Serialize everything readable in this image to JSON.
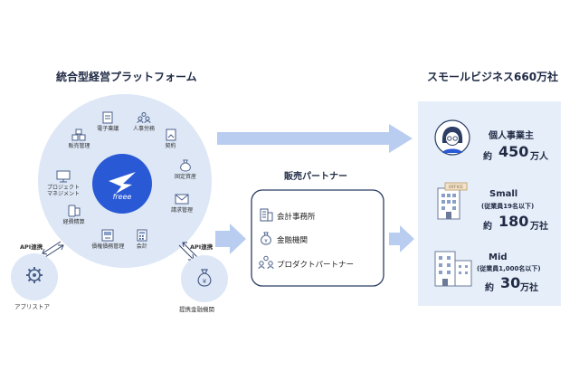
{
  "left": {
    "title": "統合型経営プラットフォーム",
    "hub_logo": "freee",
    "segments": [
      {
        "label": "電子稟議",
        "icon": "document-icon"
      },
      {
        "label": "人事労務",
        "icon": "people-icon"
      },
      {
        "label": "契約",
        "icon": "contract-icon"
      },
      {
        "label": "固定資産",
        "icon": "money-bag-icon"
      },
      {
        "label": "請求管理",
        "icon": "envelope-icon"
      },
      {
        "label": "会計",
        "icon": "calculator-icon"
      },
      {
        "label": "債権債務管理",
        "icon": "atm-icon"
      },
      {
        "label": "経費精算",
        "icon": "phone-receipt-icon"
      },
      {
        "label": "プロジェクト\nマネジメント",
        "icon": "monitor-icon"
      },
      {
        "label": "販売管理",
        "icon": "boxes-icon"
      }
    ],
    "api_left": "API連携",
    "api_right": "API連携",
    "app_store": "アプリストア",
    "finance_partner": "提携金融機関"
  },
  "middle": {
    "title": "販売パートナー",
    "items": [
      {
        "label": "会計事務所",
        "icon": "building-icon"
      },
      {
        "label": "金融機関",
        "icon": "money-bag-icon"
      },
      {
        "label": "プロダクトパートナー",
        "icon": "people-icon"
      }
    ]
  },
  "right": {
    "title": "スモールビジネス660万社",
    "segments": [
      {
        "name": "個人事業主",
        "sub": "",
        "prefix": "約",
        "number": "450",
        "unit": "万人",
        "icon": "person-avatar-icon"
      },
      {
        "name": "Small",
        "sub": "(従業員19名以下)",
        "prefix": "約",
        "number": "180",
        "unit": "万社",
        "icon": "office-small-icon"
      },
      {
        "name": "Mid",
        "sub": "(従業員1,000名以下)",
        "prefix": "約",
        "number": "30",
        "unit": "万社",
        "icon": "office-mid-icon"
      }
    ],
    "office_sign": "OFFICE"
  },
  "colors": {
    "navy": "#1f2a44",
    "blue": "#2a59d6",
    "light_blue": "#dbe6f6",
    "arrow": "#b9cdf0",
    "card": "#e6eef9"
  }
}
